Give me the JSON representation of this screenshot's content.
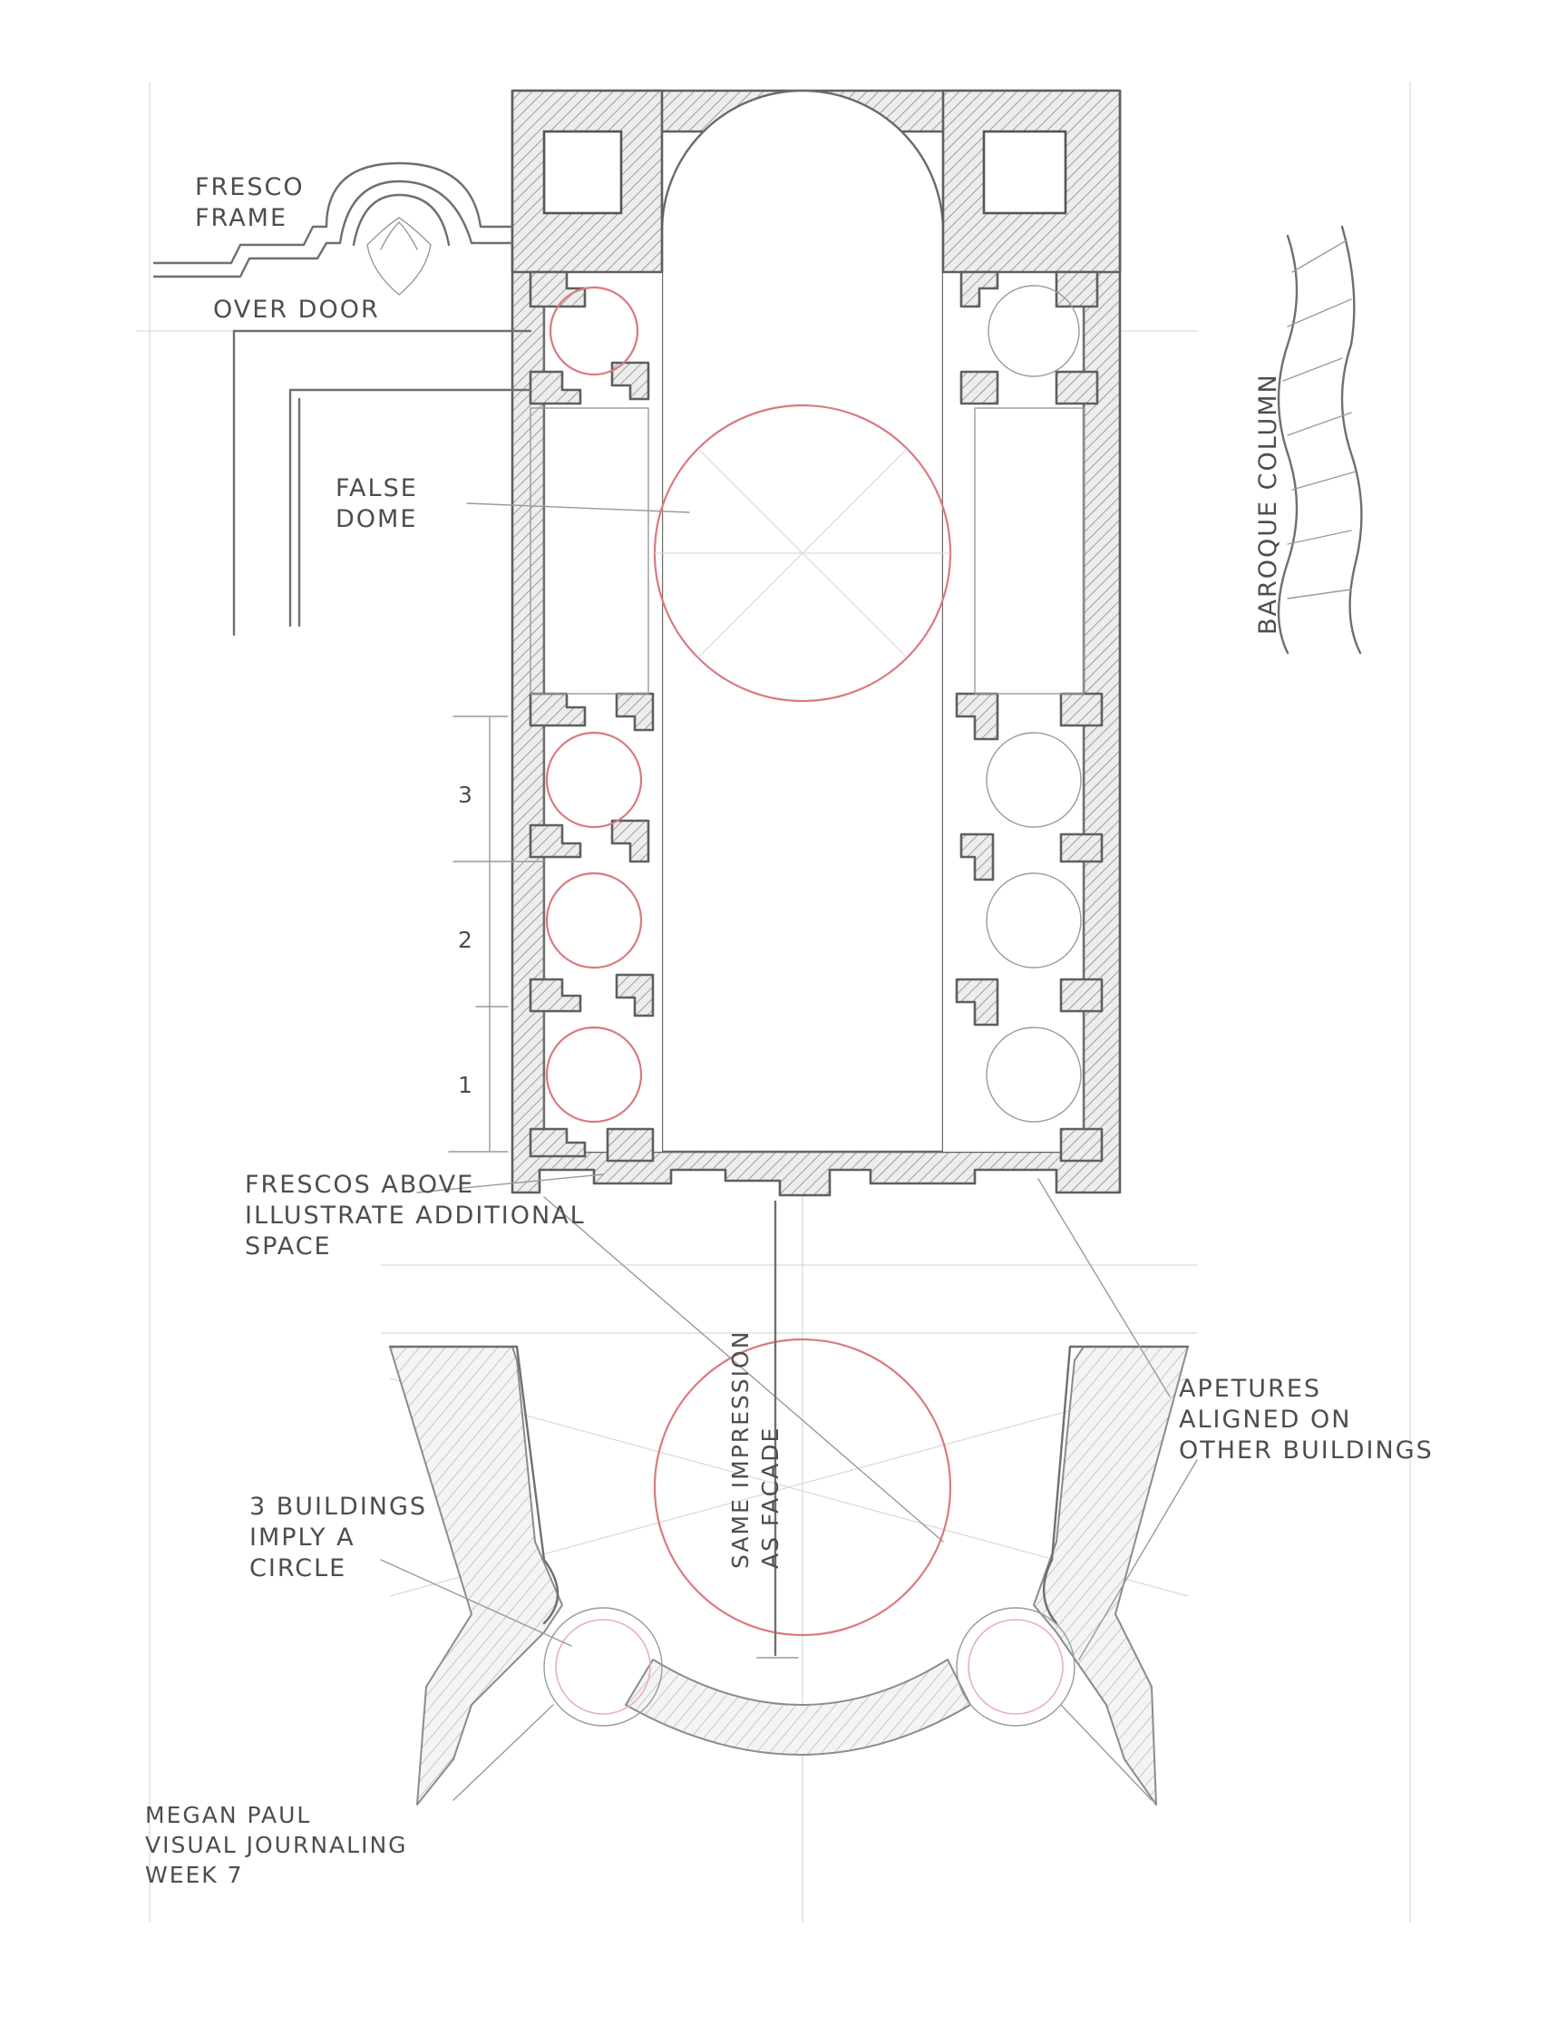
{
  "annotations": {
    "fresco_frame": "FRESCO\nFRAME",
    "over_door": "OVER DOOR",
    "false_dome": "FALSE\nDOME",
    "baroque_column": "BAROQUE COLUMN",
    "frescos_above": "FRESCOS ABOVE\nILLUSTRATE ADDITIONAL\nSPACE",
    "same_impression": "SAME IMPRESSION\nAS FACADE",
    "apetures": "APETURES\nALIGNED ON\nOTHER BUILDINGS",
    "three_buildings": "3 BUILDINGS\nIMPLY A\nCIRCLE"
  },
  "bay_numbers": [
    "1",
    "2",
    "3"
  ],
  "signature": {
    "name": "MEGAN PAUL",
    "course": "VISUAL JOURNALING",
    "week": "WEEK 7"
  },
  "colors": {
    "pencil": "#6f6f6f",
    "red_pencil": "#d97a7f",
    "paper": "#ffffff"
  }
}
